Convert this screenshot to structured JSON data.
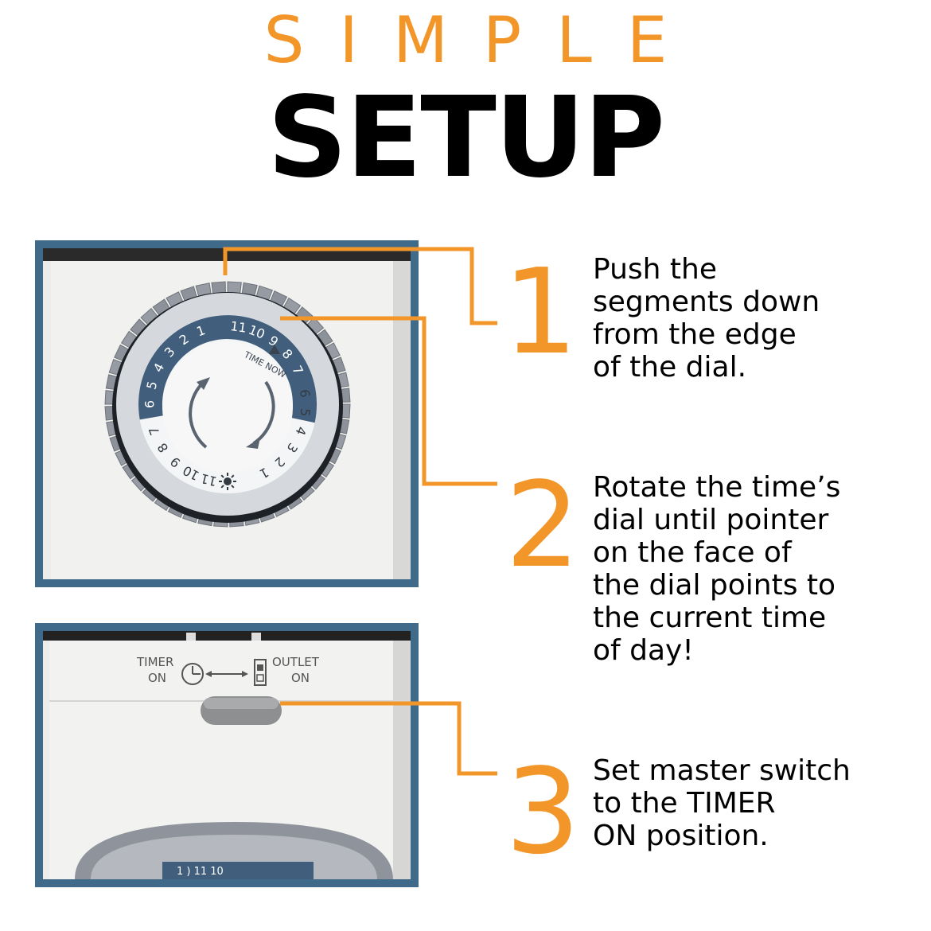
{
  "header": {
    "kicker": "SIMPLE",
    "title": "SETUP"
  },
  "colors": {
    "accent": "#f3962a",
    "frame": "#3f6a8a",
    "dial_dark": "#415f7c",
    "segment_gray": "#8f949c"
  },
  "dial": {
    "dark_numbers": [
      "6",
      "5",
      "4",
      "3",
      "2",
      "1",
      "11",
      "10",
      "9",
      "8",
      "7"
    ],
    "light_numbers": [
      "6",
      "5",
      "4",
      "3",
      "2",
      "1",
      "11",
      "10",
      "9",
      "8",
      "7"
    ],
    "pointer_label": "TIME NOW",
    "icons": [
      "moon-icon",
      "sun-icon"
    ]
  },
  "switch_panel": {
    "left_label_line1": "TIMER",
    "left_label_line2": "ON",
    "right_label_line1": "OUTLET",
    "right_label_line2": "ON",
    "bottom_dial_text": "1 ) 11 10"
  },
  "steps": [
    {
      "number": "1",
      "lines": [
        "Push the",
        "segments down",
        "from the edge",
        "of the dial."
      ]
    },
    {
      "number": "2",
      "lines": [
        "Rotate the time’s",
        "dial until pointer",
        "on the face of",
        "the dial points to",
        "the current time",
        "of day!"
      ]
    },
    {
      "number": "3",
      "lines": [
        "Set master switch",
        "to the TIMER",
        "ON position."
      ]
    }
  ]
}
